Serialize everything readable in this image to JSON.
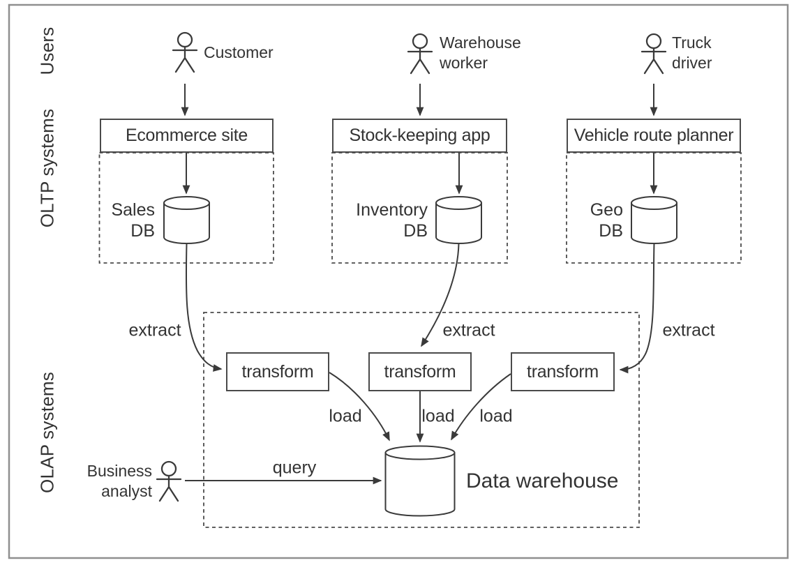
{
  "rows": {
    "users": "Users",
    "oltp": "OLTP systems",
    "olap": "OLAP systems"
  },
  "actors": {
    "customer": {
      "label": "Customer"
    },
    "warehouse_worker": {
      "line1": "Warehouse",
      "line2": "worker"
    },
    "truck_driver": {
      "line1": "Truck",
      "line2": "driver"
    },
    "business_analyst": {
      "line1": "Business",
      "line2": "analyst"
    }
  },
  "systems": {
    "ecommerce": "Ecommerce site",
    "stock_keeping": "Stock-keeping app",
    "vehicle_route": "Vehicle route planner"
  },
  "databases": {
    "sales": {
      "line1": "Sales",
      "line2": "DB"
    },
    "inventory": {
      "line1": "Inventory",
      "line2": "DB"
    },
    "geo": {
      "line1": "Geo",
      "line2": "DB"
    },
    "data_warehouse": "Data warehouse"
  },
  "flows": {
    "transform1": "transform",
    "transform2": "transform",
    "transform3": "transform",
    "extract1": "extract",
    "extract2": "extract",
    "extract3": "extract",
    "load1": "load",
    "load2": "load",
    "load3": "load",
    "query": "query"
  },
  "colors": {
    "line": "#3a3a3a",
    "text": "#333333",
    "frame": "#8f8f8f",
    "background": "#ffffff"
  }
}
